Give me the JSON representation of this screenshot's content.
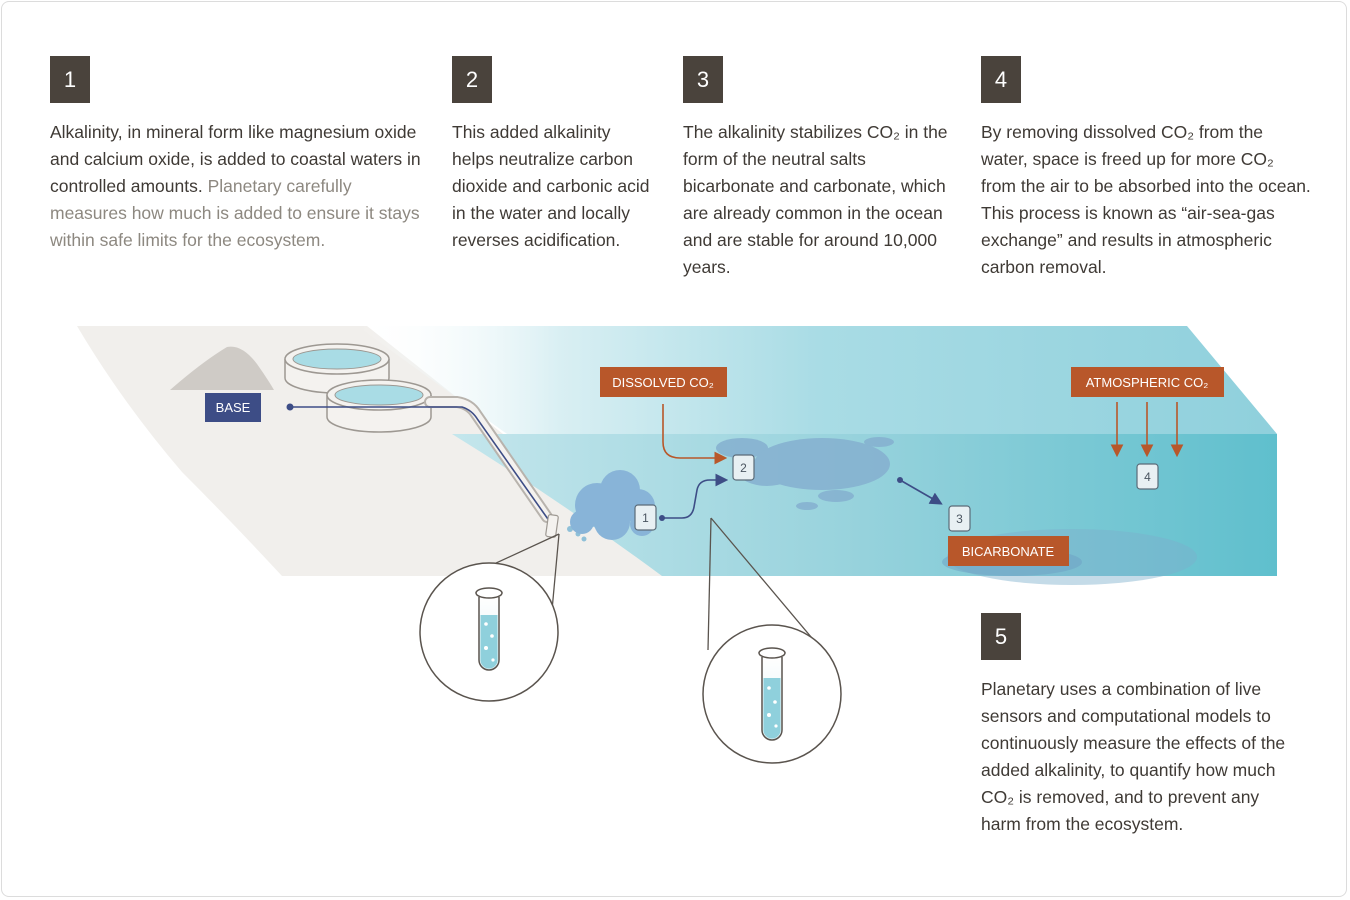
{
  "steps": [
    {
      "number": "1",
      "text": "Alkalinity, in mineral form like magnesium oxide and calcium oxide, is added to coastal waters in controlled amounts.",
      "note": "Planetary carefully measures how much is added to ensure it stays within safe limits for the ecosystem."
    },
    {
      "number": "2",
      "text": "This added alkalinity helps neutralize carbon dioxide and carbonic acid in the water and locally reverses acidification."
    },
    {
      "number": "3",
      "text": "The alkalinity stabilizes CO₂ in the form of the neutral salts bicarbonate and carbonate, which are already common in the ocean and are stable for around 10,000 years."
    },
    {
      "number": "4",
      "text": "By removing dissolved CO₂ from the water, space is freed up for more CO₂ from the air to be absorbed into the ocean. This process is known as “air-sea-gas exchange” and results in atmospheric carbon removal."
    },
    {
      "number": "5",
      "text": "Planetary uses a combination of live sensors and computational models to continuously measure the effects of the added alkalinity, to quantify how much CO₂ is removed, and to prevent any harm from the ecosystem."
    }
  ],
  "labels": {
    "base": "BASE",
    "dissolved_co2": "DISSOLVED CO₂",
    "atmospheric_co2": "ATMOSPHERIC CO₂",
    "bicarbonate": "BICARBONATE"
  },
  "markers": [
    "1",
    "2",
    "3",
    "4"
  ],
  "colors": {
    "step_box": "#4a433c",
    "base_label": "#3d4d86",
    "co2_label": "#b8572a",
    "water": "#8fd0dc",
    "water_deep": "#5fbfcd",
    "sand": "#f1efec"
  }
}
